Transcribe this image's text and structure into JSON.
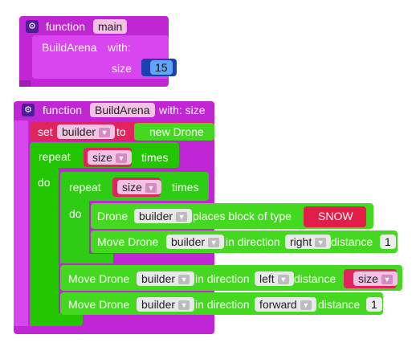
{
  "main": {
    "keyword": "function",
    "name": "main",
    "call": {
      "label": "BuildArena",
      "with": "with:",
      "param": "size",
      "value": "15"
    }
  },
  "buildarena": {
    "keyword": "function",
    "name": "BuildArena",
    "suffix": "with: size",
    "set": {
      "keyword": "set",
      "var": "builder",
      "to": "to",
      "value": "new Drone"
    },
    "outer_repeat": {
      "keyword": "repeat",
      "count": "size",
      "times": "times",
      "do": "do"
    },
    "inner_repeat": {
      "keyword": "repeat",
      "count": "size",
      "times": "times",
      "do": "do"
    },
    "place": {
      "prefix": "Drone",
      "var": "builder",
      "text": "places block of type",
      "block": "SNOW"
    },
    "move1": {
      "prefix": "Move Drone",
      "var": "builder",
      "mid": "in direction",
      "dir": "right",
      "dist": "distance",
      "value": "1"
    },
    "move2": {
      "prefix": "Move Drone",
      "var": "builder",
      "mid": "in direction",
      "dir": "left",
      "dist": "distance",
      "value": "size"
    },
    "move3": {
      "prefix": "Move Drone",
      "var": "builder",
      "mid": "in direction",
      "dir": "forward",
      "dist": "distance",
      "value": "1"
    }
  },
  "icons": {
    "gear": "gear-icon",
    "dropdown": "dropdown-arrow-icon"
  },
  "colors": {
    "function": "#c026d3",
    "loop": "#22c500",
    "variable": "#e0245e",
    "value": "#2b6cd9"
  }
}
